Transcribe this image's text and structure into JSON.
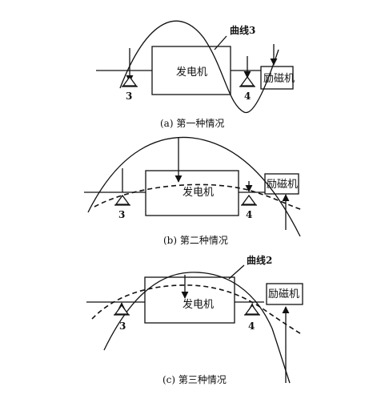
{
  "panels": [
    {
      "caption": "(a) 第一种情况",
      "generator_label": "发电机",
      "exciter_label": "励磁机",
      "bearing_left": "3",
      "bearing_right": "4",
      "curve_label": "曲线3"
    },
    {
      "caption": "(b) 第二种情况",
      "generator_label": "发电机",
      "exciter_label": "励磁机",
      "bearing_left": "3",
      "bearing_right": "4"
    },
    {
      "caption": "(c) 第三种情况",
      "generator_label": "发电机",
      "exciter_label": "励磁机",
      "bearing_left": "3",
      "bearing_right": "4",
      "curve_label": "曲线2"
    }
  ],
  "colors": {
    "line": "#111111",
    "background": "#ffffff"
  }
}
